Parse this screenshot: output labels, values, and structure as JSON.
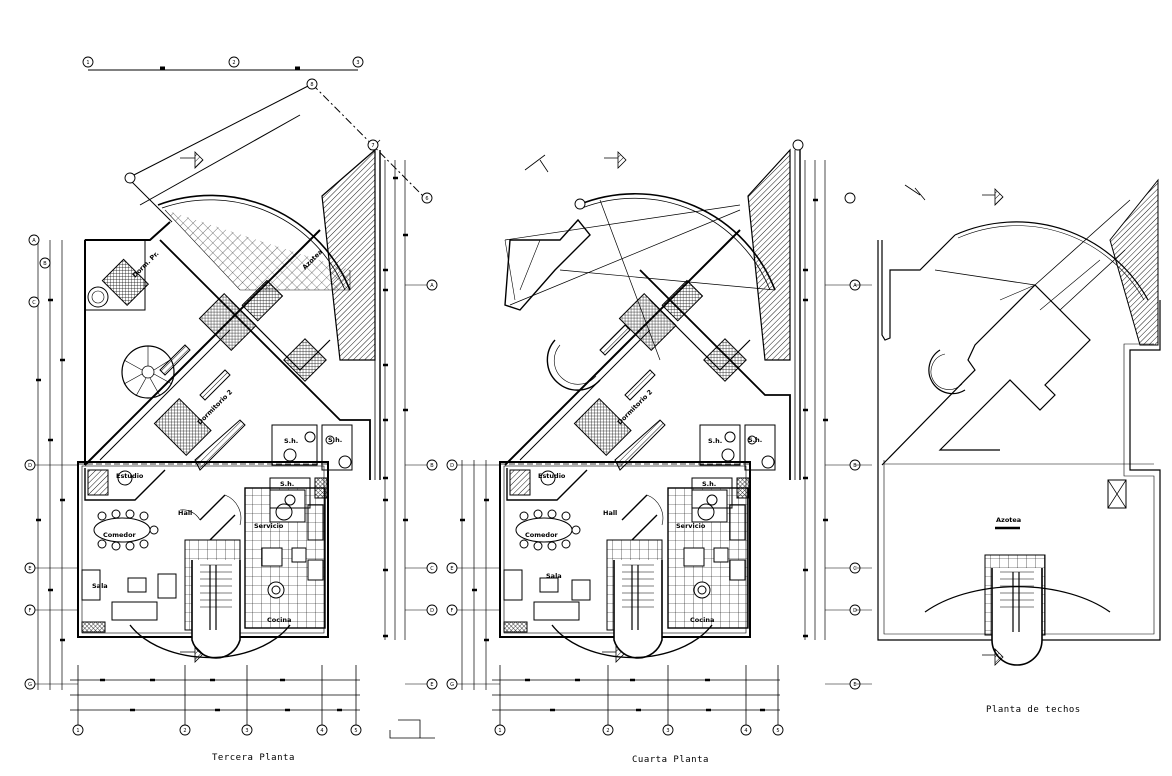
{
  "plans": [
    {
      "caption": "Tercera Planta",
      "rooms": {
        "comedor": "Comedor",
        "sala": "Sala",
        "hall": "Hall",
        "estudio": "Estudio",
        "servicio": "Servicio",
        "cocina": "Cocina",
        "sh1": "S.h.",
        "sh2": "S.h.",
        "sh3": "S.h.",
        "dormitorio": "Dormitorio 2",
        "azotea": "Azotea",
        "dorm_pr": "Dorm. Pr."
      },
      "axes_top": [
        "1",
        "2",
        "3"
      ],
      "axes_bottom": [
        "1",
        "2",
        "3",
        "4",
        "5"
      ],
      "axes_right": [
        "A",
        "B",
        "C",
        "D",
        "E"
      ],
      "axes_left": [
        "A",
        "B",
        "C",
        "D",
        "E",
        "F",
        "G"
      ],
      "axes_diag": [
        "8",
        "7",
        "6"
      ]
    },
    {
      "caption": "Cuarta  Planta",
      "rooms": {
        "comedor": "Comedor",
        "sala": "Sala",
        "hall": "Hall",
        "estudio": "Estudio",
        "servicio": "Servicio",
        "cocina": "Cocina",
        "sh1": "S.h.",
        "sh2": "S.h.",
        "sh3": "S.h.",
        "dormitorio": "Dormitorio 2"
      },
      "axes_bottom": [
        "1",
        "2",
        "3",
        "4",
        "5"
      ],
      "axes_right": [
        "A",
        "B",
        "C",
        "D",
        "E"
      ],
      "axes_left": [
        "D",
        "E",
        "F",
        "G"
      ]
    },
    {
      "caption": "Planta de techos",
      "rooms": {
        "azotea": "Azotea"
      },
      "axes_right": [
        "A",
        "B",
        "C",
        "D",
        "E"
      ]
    }
  ],
  "colors": {
    "line": "#000000",
    "background": "#ffffff"
  }
}
